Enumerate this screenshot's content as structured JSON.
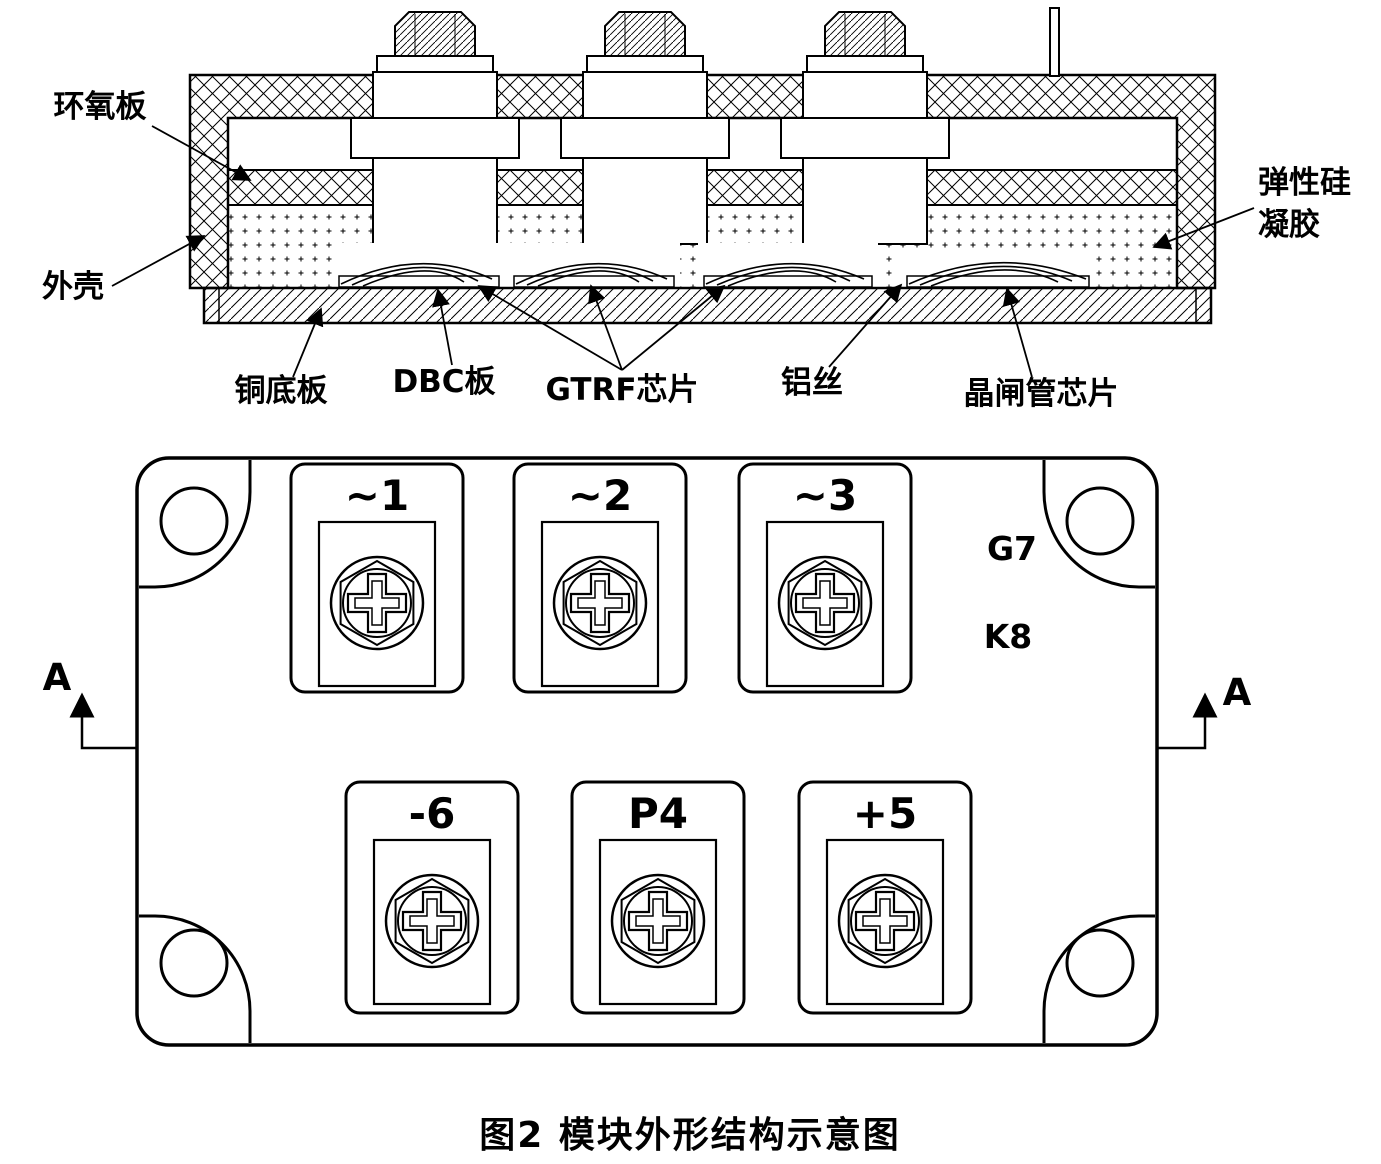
{
  "cross_section": {
    "labels": {
      "epoxy_board": "环氧板",
      "housing": "外壳",
      "silicone_gel_line1": "弹性硅",
      "silicone_gel_line2": "凝胶",
      "copper_base_plate": "铜底板",
      "dbc_board": "DBC板",
      "gtrf_chip": "GTRF芯片",
      "aluminum_wire": "铝丝",
      "thyristor_chip": "晶闸管芯片"
    }
  },
  "top_view": {
    "top_terminals": [
      "~1",
      "~2",
      "~3"
    ],
    "bottom_terminals": [
      "-6",
      "P4",
      "+5"
    ],
    "gate_label": "G7",
    "cathode_label": "K8",
    "section_letter": "A"
  },
  "caption": "图2  模块外形结构示意图"
}
